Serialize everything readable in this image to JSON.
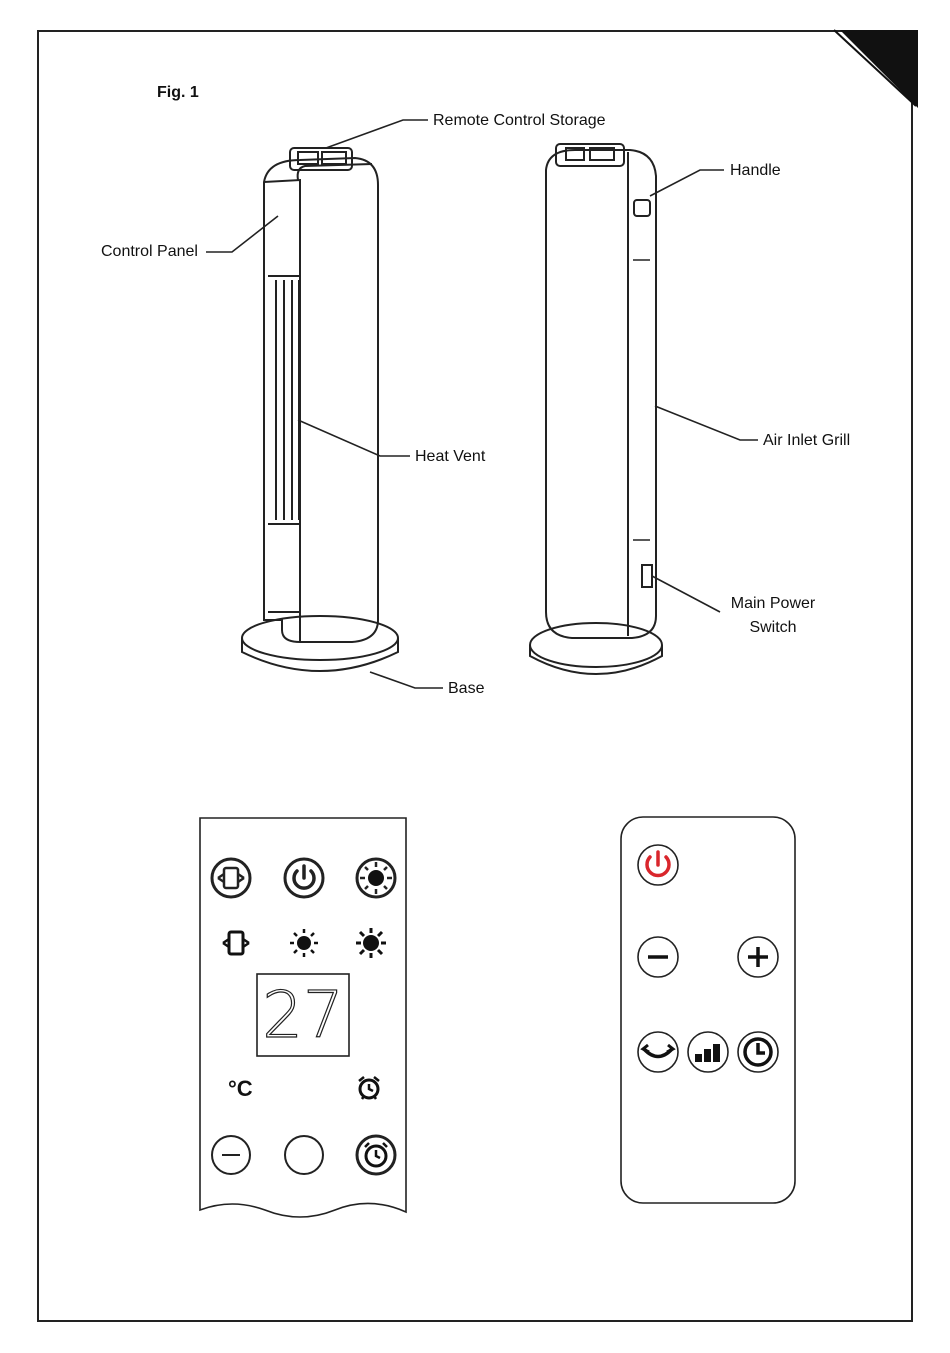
{
  "figure": {
    "label": "Fig. 1"
  },
  "callouts": {
    "remote_storage": "Remote Control Storage",
    "handle": "Handle",
    "control_panel": "Control Panel",
    "heat_vent": "Heat Vent",
    "air_inlet": "Air Inlet Grill",
    "main_power": "Main Power Switch",
    "base": "Base"
  },
  "panel": {
    "display_value": "27",
    "temp_unit": "°C",
    "icons_row1": [
      "oscillation-icon",
      "power-icon",
      "heat-mode-icon"
    ],
    "icons_row2": [
      "oscillation-indicator-icon",
      "low-heat-indicator-icon",
      "high-heat-indicator-icon"
    ],
    "icons_row3": [
      "celsius-indicator-icon",
      "alarm-indicator-icon"
    ],
    "icons_row4": [
      "minus-icon",
      "blank-button",
      "timer-icon"
    ]
  },
  "remote": {
    "power_color": "#d9262c",
    "buttons": [
      "power-icon",
      "minus-icon",
      "plus-icon",
      "oscillation-icon",
      "fan-speed-icon",
      "timer-icon"
    ]
  }
}
